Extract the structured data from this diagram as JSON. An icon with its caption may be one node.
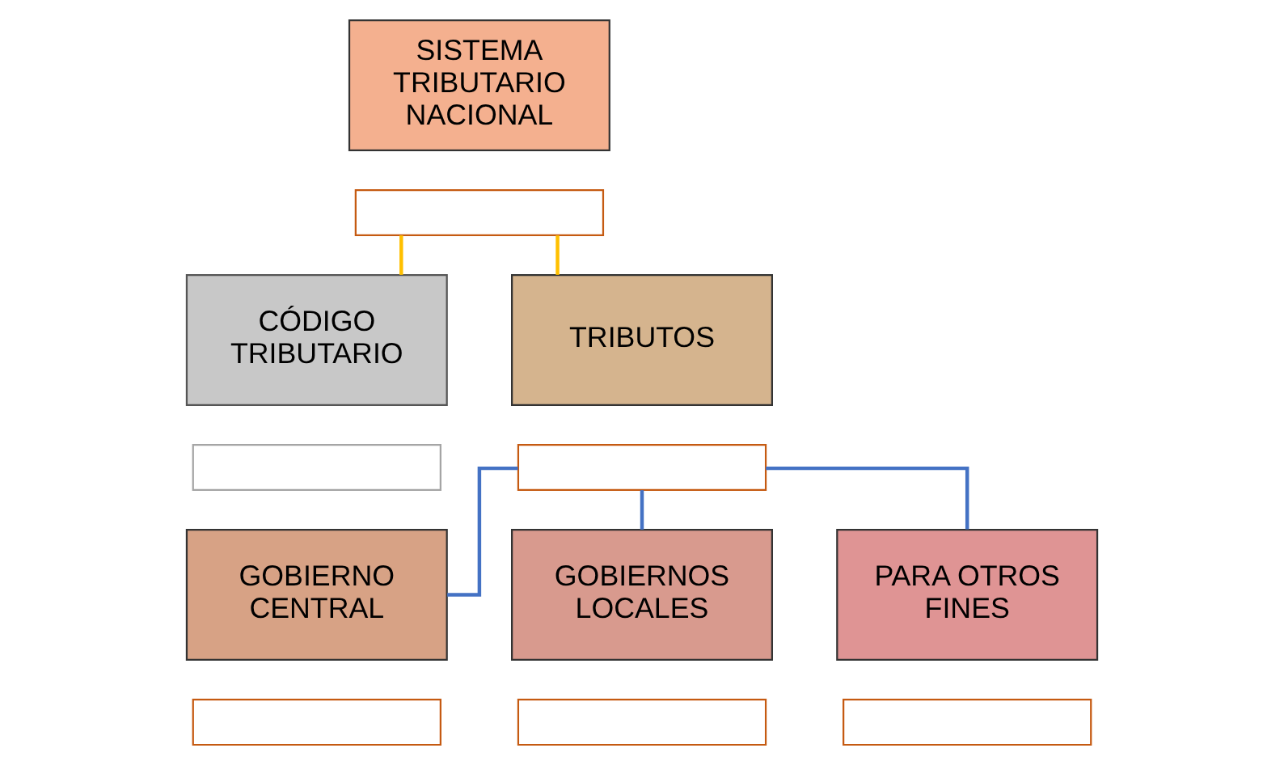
{
  "diagram": {
    "nodes": [
      {
        "text": [
          "SISTEMA TRIBUTARIO NACIONAL"
        ]
      },
      {
        "text": [],
        "shape": "box"
      },
      {
        "text": [
          "CÓDIGO TRIBUTARIO"
        ]
      },
      {
        "text": [],
        "shape": "box"
      },
      {
        "text": [
          "TRIBUTOS"
        ]
      },
      {
        "text": [],
        "shape": "box"
      },
      {
        "text": [
          "GOBIERNO CENTRAL"
        ]
      },
      {
        "text": [],
        "shape": "box"
      },
      {
        "text": [
          "GOBIERNOS LOCALES"
        ]
      },
      {
        "text": [],
        "shape": "box"
      },
      {
        "text": [
          "PARA OTROS FINES"
        ]
      },
      {
        "text": [],
        "shape": "box"
      }
    ],
    "edges": [
      {
        "from": 1,
        "to": 2,
        "arrow": "none",
        "color": "#ffc000"
      },
      {
        "from": 1,
        "to": 4,
        "arrow": "none",
        "color": "#ffc000"
      },
      {
        "from": 5,
        "to": 6,
        "arrow": "none"
      },
      {
        "from": 5,
        "to": 8,
        "arrow": "none"
      },
      {
        "from": 5,
        "to": 10,
        "arrow": "none"
      }
    ]
  }
}
